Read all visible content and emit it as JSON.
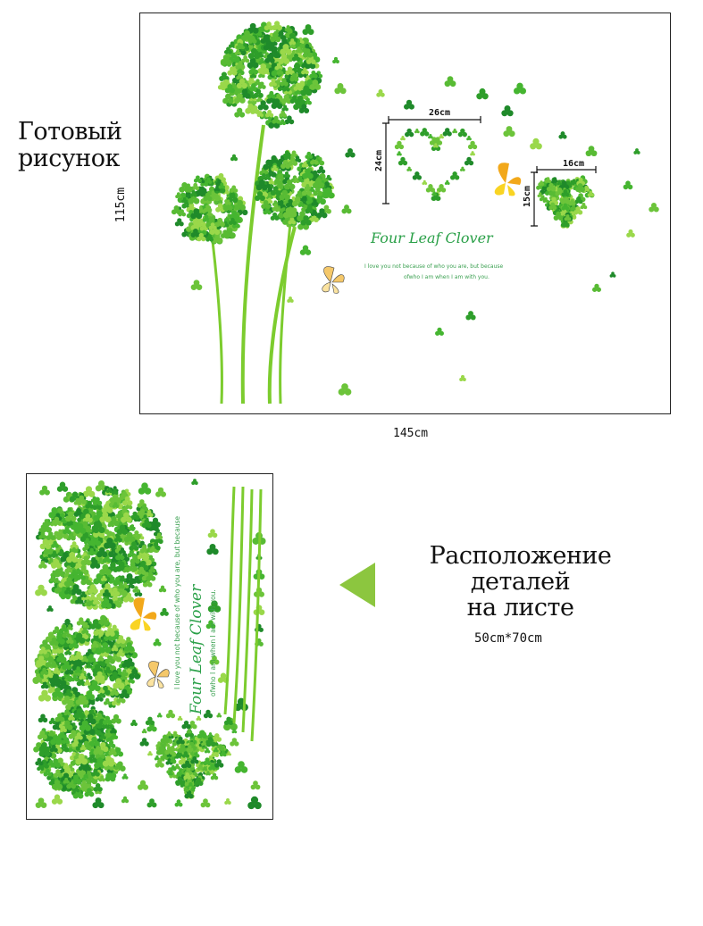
{
  "finished_label": [
    "Готовый",
    "рисунок"
  ],
  "height_dim": "115cm",
  "width_dim": "145cm",
  "sheet_layout_label": [
    "Расположение",
    "деталей",
    "на листе"
  ],
  "sheet_size": "50cm*70cm",
  "illustration": {
    "title": "Four Leaf Clover",
    "quote_line1": "I love you not because of who you are, but because",
    "quote_line2": "ofwho I am when I am with you.",
    "heart_outline_width": "26cm",
    "heart_outline_height": "24cm",
    "heart_solid_width": "16cm",
    "heart_solid_height": "15cm"
  },
  "colors": {
    "green": "#3cb030",
    "light_green": "#8fd13a",
    "dark_green": "#1f8a2a",
    "arrow": "#8cc63f",
    "butterfly": "#f5c518"
  }
}
